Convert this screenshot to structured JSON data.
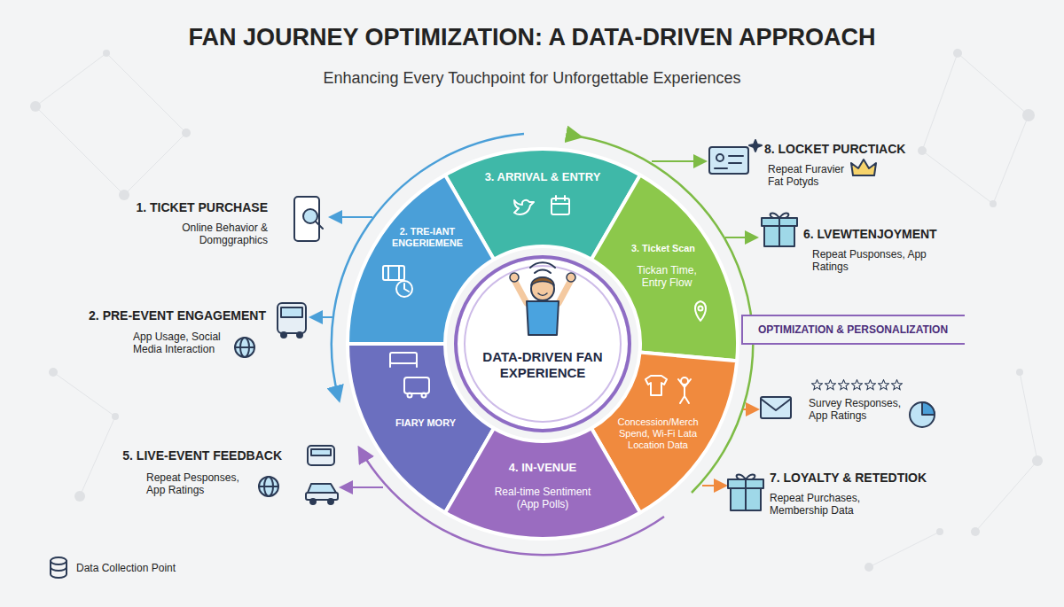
{
  "diagram": {
    "title": "FAN JOURNEY OPTIMIZATION: A DATA-DRIVEN APPROACH",
    "nodes": [
      {
        "text": [
          "3. ARRIVAL & ENTRY"
        ]
      },
      {
        "text": [
          "2. TRE-IANT ENGERIEMENE"
        ]
      },
      {
        "text": [
          "3. Ticket Scan",
          "Tickan Time, Entry Flow"
        ]
      },
      {
        "text": [
          "FIARY MORY"
        ]
      },
      {
        "text": [
          "DATA-DRIVEN FAN EXPERIENCE"
        ]
      },
      {
        "text": [
          "OPTIMIZATION & PERSONALIZATION"
        ]
      },
      {
        "text": [
          "Concession/Merch Spend, Wi-Fi Lata Location Data"
        ]
      },
      {
        "text": [
          "4. IN-VENUE",
          "Real-time Sentiment (App Polls)"
        ]
      }
    ],
    "labels": [
      "Enhancing Every Touchpoint for Unforgettable Experiences",
      "1. TICKET PURCHASE",
      "Online Behavior & Domggraphics",
      "2. PRE-EVENT ENGAGEMENT",
      "App Usage, Social Media Interaction",
      "5. LIVE-EVENT FEEDBACK",
      "Repeat Pesponses, App Ratings",
      "8. LOCKET PURCTIACK",
      "Repeat Furavier Fat Potyds",
      "6. LVEWTENJOYMENT",
      "Repeat Pusponses, App Ratings",
      "Survey Responses, App Ratings",
      "7. LOYALTY & RETEDTIOK",
      "Repeat Purchases, Membership Data"
    ],
    "legend": [
      {
        "text": "Data Collection Point"
      }
    ]
  }
}
